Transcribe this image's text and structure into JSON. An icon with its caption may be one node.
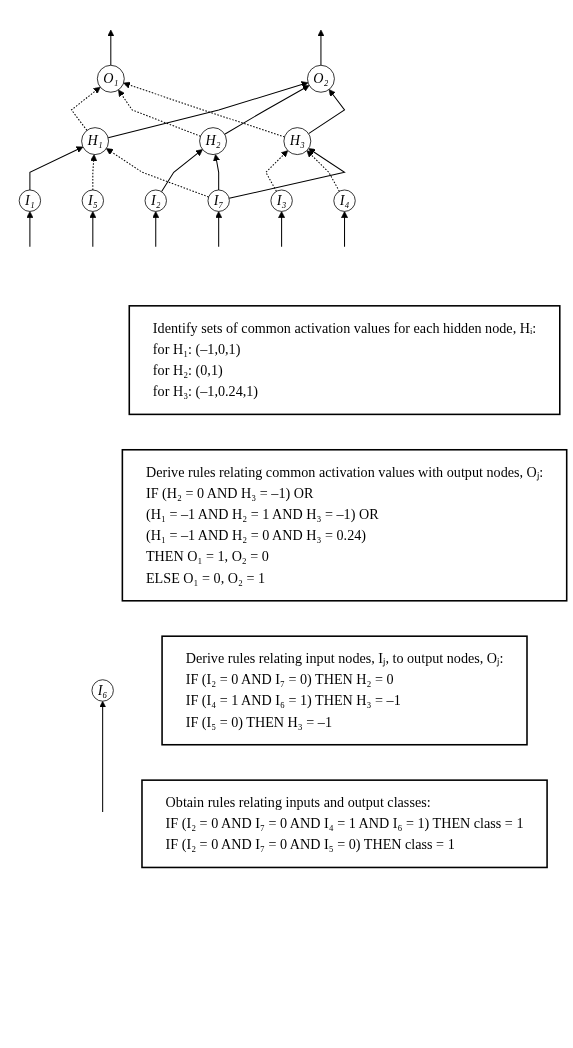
{
  "diagram": {
    "nodes": [
      {
        "text": [
          "O₁"
        ]
      },
      {
        "text": [
          "O₂"
        ]
      },
      {
        "text": [
          "H₁"
        ]
      },
      {
        "text": [
          "H₂"
        ]
      },
      {
        "text": [
          "H₃"
        ]
      },
      {
        "text": [
          "I₁"
        ]
      },
      {
        "text": [
          "I₂"
        ]
      },
      {
        "text": [
          "I₃"
        ]
      },
      {
        "text": [
          "I₄"
        ]
      },
      {
        "text": [
          "I₅"
        ]
      },
      {
        "text": [
          "I₆"
        ]
      },
      {
        "text": [
          "I₇"
        ]
      },
      {
        "text": [
          "Identify sets of common activation values for each hidden node, Hᵢ:",
          "for H₁: (–1,0,1)",
          "for H₂: (0,1)",
          "for H₃: (–1,0.24,1)"
        ]
      },
      {
        "text": [
          "Derive rules relating common activation values with output nodes, Oⱼ:",
          "IF (H₂ = 0 AND H₃ = –1) OR",
          "(H₁ = –1 AND H₂ = 1 AND H₃ = –1) OR",
          "(H₁ = –1 AND H₂ = 0 AND H₃ = 0.24)",
          "THEN O₁ = 1, O₂ = 0",
          "ELSE O₁ = 0, O₂ = 1"
        ]
      },
      {
        "text": [
          "Derive rules relating input nodes, Iⱼ, to output nodes, Oⱼ:",
          "IF (I₂ = 0 AND I₇ = 0) THEN H₂ = 0",
          "IF (I₄ = 1 AND I₆ = 1) THEN H₃ = –1",
          "IF (I₅ = 0) THEN H₃ = –1"
        ]
      },
      {
        "text": [
          "Obtain rules relating inputs and output classes:",
          "IF (I₂ = 0 AND I₇ = 0 AND I₄ = 1 AND I₆ = 1) THEN class = 1",
          "IF (I₂ = 0 AND I₇ = 0 AND I₅ = 0) THEN class = 1"
        ]
      }
    ],
    "edges": [
      {
        "from": 0,
        "to": null,
        "arrow": "to"
      },
      {
        "from": 1,
        "to": null,
        "arrow": "to"
      },
      {
        "from": 2,
        "to": 0,
        "arrow": "to",
        "style": "dashed"
      },
      {
        "from": 2,
        "to": 1,
        "arrow": "to"
      },
      {
        "from": 3,
        "to": 0,
        "arrow": "to",
        "style": "dashed"
      },
      {
        "from": 3,
        "to": 1,
        "arrow": "to"
      },
      {
        "from": 4,
        "to": 0,
        "arrow": "to",
        "style": "dashed"
      },
      {
        "from": 4,
        "to": 1,
        "arrow": "to"
      },
      {
        "from": 5,
        "to": 2,
        "arrow": "to"
      },
      {
        "from": 6,
        "to": 3,
        "arrow": "to"
      },
      {
        "from": 7,
        "to": 4,
        "arrow": "to",
        "style": "dashed"
      },
      {
        "from": 8,
        "to": 4,
        "arrow": "to",
        "style": "dashed"
      },
      {
        "from": 9,
        "to": 2,
        "arrow": "to",
        "style": "dashed"
      },
      {
        "from": 11,
        "to": 2,
        "arrow": "to",
        "style": "dashed"
      },
      {
        "from": 11,
        "to": 3,
        "arrow": "to"
      },
      {
        "from": 11,
        "to": 4,
        "arrow": "to"
      },
      {
        "from": null,
        "to": 5,
        "arrow": "to"
      },
      {
        "from": null,
        "to": 6,
        "arrow": "to"
      },
      {
        "from": null,
        "to": 7,
        "arrow": "to"
      },
      {
        "from": null,
        "to": 8,
        "arrow": "to"
      },
      {
        "from": null,
        "to": 9,
        "arrow": "to"
      },
      {
        "from": null,
        "to": 10,
        "arrow": "to"
      },
      {
        "from": null,
        "to": 11,
        "arrow": "to"
      }
    ]
  }
}
